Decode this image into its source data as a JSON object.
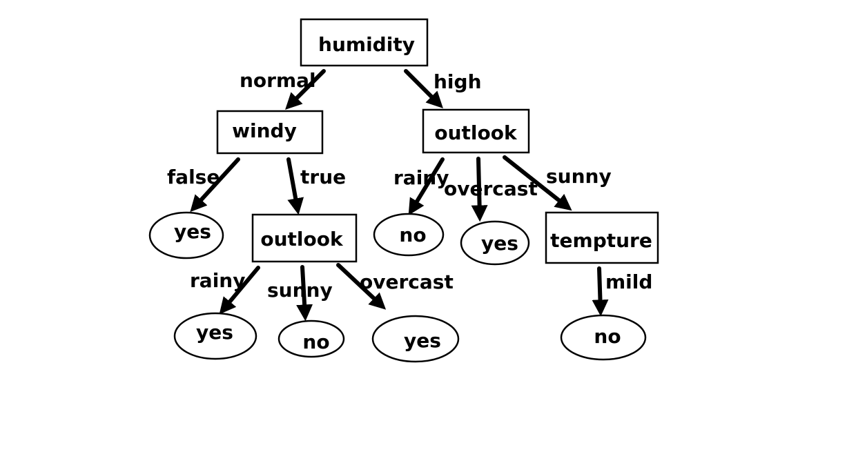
{
  "diagram": {
    "type": "decision-tree",
    "colors": {
      "stroke": "#000000",
      "background": "#ffffff"
    },
    "nodes": {
      "humidity": "humidity",
      "windy": "windy",
      "outlook_high": "outlook",
      "yes_false": "yes",
      "outlook_true": "outlook",
      "no_rainy_high": "no",
      "yes_overcast_high": "yes",
      "tempture": "tempture",
      "yes_rainy_true": "yes",
      "no_sunny_true": "no",
      "yes_overcast_true": "yes",
      "no_mild": "no"
    },
    "edges": {
      "normal": "normal",
      "high": "high",
      "false": "false",
      "true": "true",
      "rainy_high": "rainy",
      "overcast_high": "overcast",
      "sunny_high": "sunny",
      "rainy_true": "rainy",
      "sunny_true": "sunny",
      "overcast_true": "overcast",
      "mild": "mild"
    }
  }
}
